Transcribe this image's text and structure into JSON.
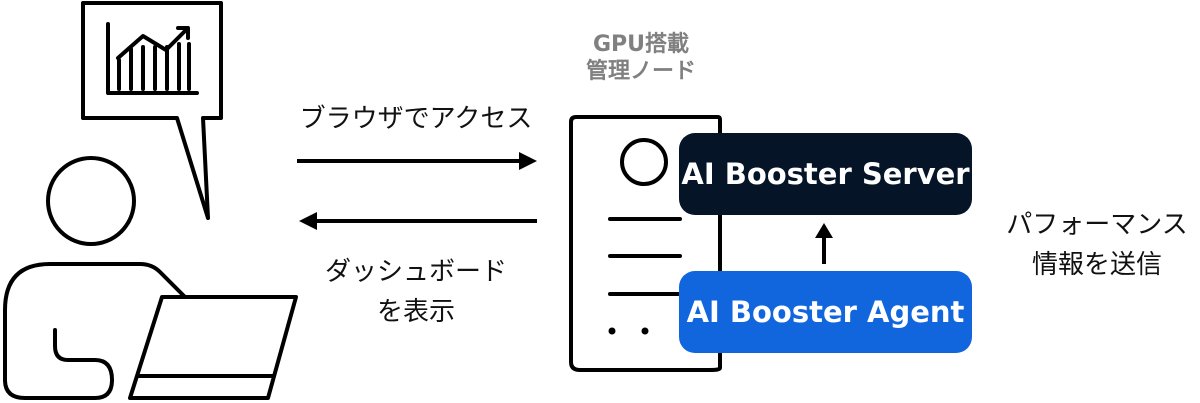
{
  "node_label": {
    "line1": "GPU搭載",
    "line2": "管理ノード"
  },
  "arrows": {
    "request_label": "ブラウザでアクセス",
    "response_label_line1": "ダッシュボード",
    "response_label_line2": "を表示"
  },
  "server_box": {
    "label": "AI Booster Server",
    "color": "#061428"
  },
  "agent_box": {
    "label": "AI Booster Agent",
    "color": "#1166dd"
  },
  "metrics_label": {
    "line1": "パフォーマンス",
    "line2": "情報を送信"
  }
}
